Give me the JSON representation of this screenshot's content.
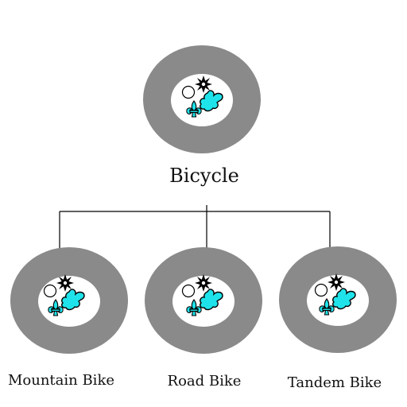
{
  "colors": {
    "ring": "#8a8a8a",
    "hole": "#ffffff",
    "accent": "#1fe3ea",
    "stroke": "#000000"
  },
  "icons": [
    "circle-icon",
    "starburst-icon",
    "fleur-de-lis-icon",
    "splash-blob-icon"
  ],
  "root": {
    "label": "Bicycle"
  },
  "children": [
    {
      "label": "Mountain Bike"
    },
    {
      "label": "Road Bike"
    },
    {
      "label": "Tandem Bike"
    }
  ]
}
